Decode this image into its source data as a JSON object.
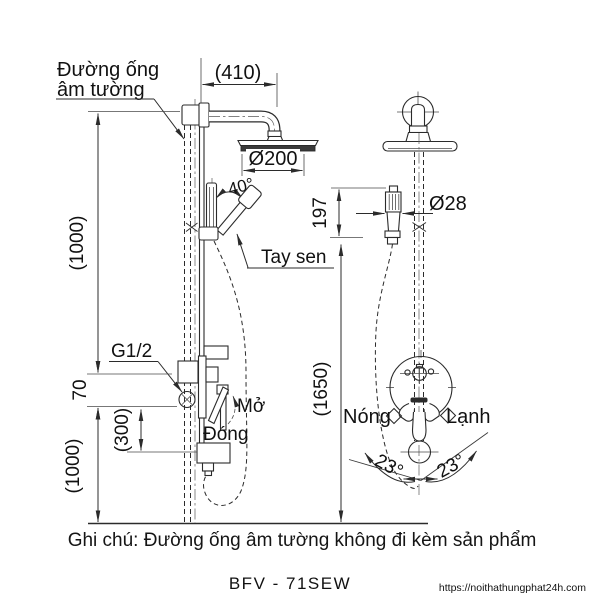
{
  "page": {
    "note": "Ghi chú: Đường ống âm tường không đi kèm sản phẩm",
    "model_code": "BFV - 71SEW",
    "watermark_url": "https://noithathungphat24h.com"
  },
  "diagram": {
    "labels": {
      "concealed_pipe_line1": "Đường ống",
      "concealed_pipe_line2": "âm tường",
      "hand_shower": "Tay sen",
      "thread_size": "G1/2",
      "open": "Mở",
      "closed": "Đóng",
      "hot": "Nóng",
      "cold": "Lạnh"
    },
    "dimensions": {
      "arm_reach": "(410)",
      "head_diameter": "Ø200",
      "hand_shower_angle": "40°",
      "upper_height": "(1000)",
      "valve_offset": "70",
      "spout_drop": "(300)",
      "lower_height": "(1000)",
      "total_height": "(1650)",
      "hand_shower_length": "197",
      "hand_shower_diameter": "Ø28",
      "lever_swing_left": "23°",
      "lever_swing_right": "23°"
    },
    "colors": {
      "line": "#2b2b2b",
      "text": "#111111",
      "model_text": "#8f8f8f",
      "watermark_text": "#b9b9b9"
    }
  }
}
